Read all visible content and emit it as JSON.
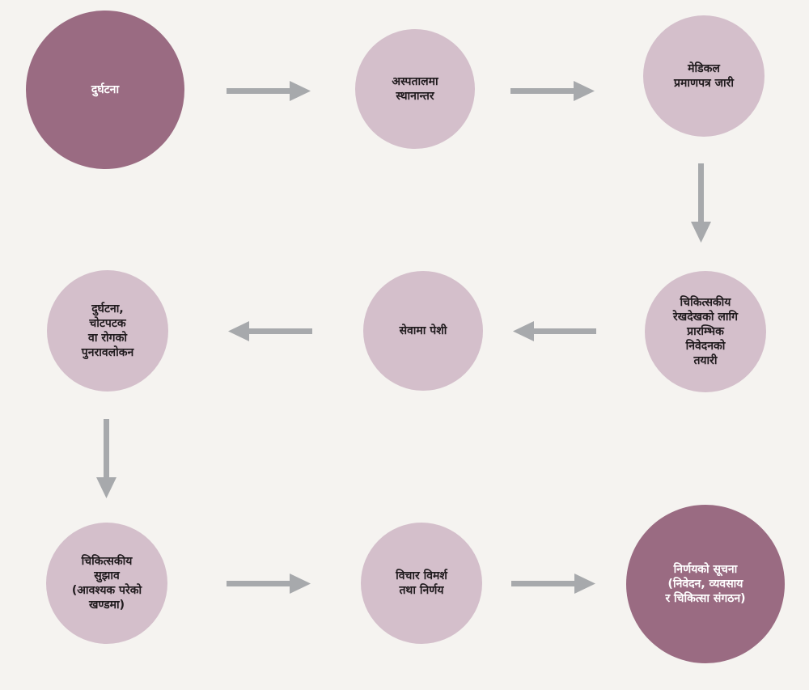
{
  "nodes": [
    {
      "id": "accident",
      "label": "दुर्घटना"
    },
    {
      "id": "hospital-transfer",
      "label": "अस्पतालमा\nस्थानान्तर"
    },
    {
      "id": "medical-certificate",
      "label": "मेडिकल\nप्रमाणपत्र जारी"
    },
    {
      "id": "initial-report",
      "label": "चिकित्सकीय\nरेखदेखको लागि\nप्रारम्भिक\nनिवेदनको\nतयारी"
    },
    {
      "id": "submission",
      "label": "सेवामा पेशी"
    },
    {
      "id": "review",
      "label": "दुर्घटना,\nचोटपटक\nवा रोगको\nपुनरावलोकन"
    },
    {
      "id": "medical-advice",
      "label": "चिकित्सकीय\nसुझाव\n(आवश्यक परेको\nखण्डमा)"
    },
    {
      "id": "deliberation",
      "label": "विचार विमर्श\nतथा निर्णय"
    },
    {
      "id": "decision-notice",
      "label": "निर्णयको सूचना\n(निवेदन, व्यवसाय\nर चिकित्सा संगठन)"
    }
  ],
  "colors": {
    "background": "#f5f3f0",
    "node_light": "#d4bfcb",
    "node_dark": "#9a6b82",
    "arrow": "#a7a9ac"
  }
}
